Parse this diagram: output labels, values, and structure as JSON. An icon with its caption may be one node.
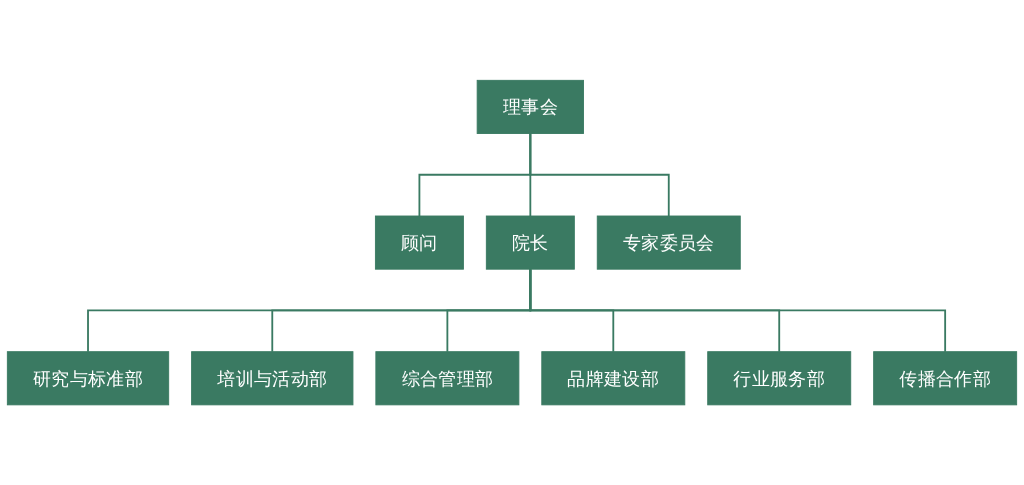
{
  "diagram": {
    "nodes": [
      {
        "text": [
          "理事会"
        ]
      },
      {
        "text": [
          "顾问"
        ]
      },
      {
        "text": [
          "院长"
        ]
      },
      {
        "text": [
          "专家委员会"
        ]
      },
      {
        "text": [
          "研究与标准部"
        ]
      },
      {
        "text": [
          "培训与活动部"
        ]
      },
      {
        "text": [
          "综合管理部"
        ]
      },
      {
        "text": [
          "品牌建设部"
        ]
      },
      {
        "text": [
          "行业服务部"
        ]
      },
      {
        "text": [
          "传播合作部"
        ]
      }
    ],
    "edges": [
      {
        "from": 0,
        "to": 1,
        "arrow": "none"
      },
      {
        "from": 0,
        "to": 2,
        "arrow": "none"
      },
      {
        "from": 0,
        "to": 3,
        "arrow": "none"
      },
      {
        "from": 2,
        "to": 4,
        "arrow": "none"
      },
      {
        "from": 2,
        "to": 5,
        "arrow": "none"
      },
      {
        "from": 2,
        "to": 6,
        "arrow": "none"
      },
      {
        "from": 2,
        "to": 7,
        "arrow": "none"
      },
      {
        "from": 2,
        "to": 8,
        "arrow": "none"
      },
      {
        "from": 2,
        "to": 9,
        "arrow": "none"
      }
    ]
  }
}
